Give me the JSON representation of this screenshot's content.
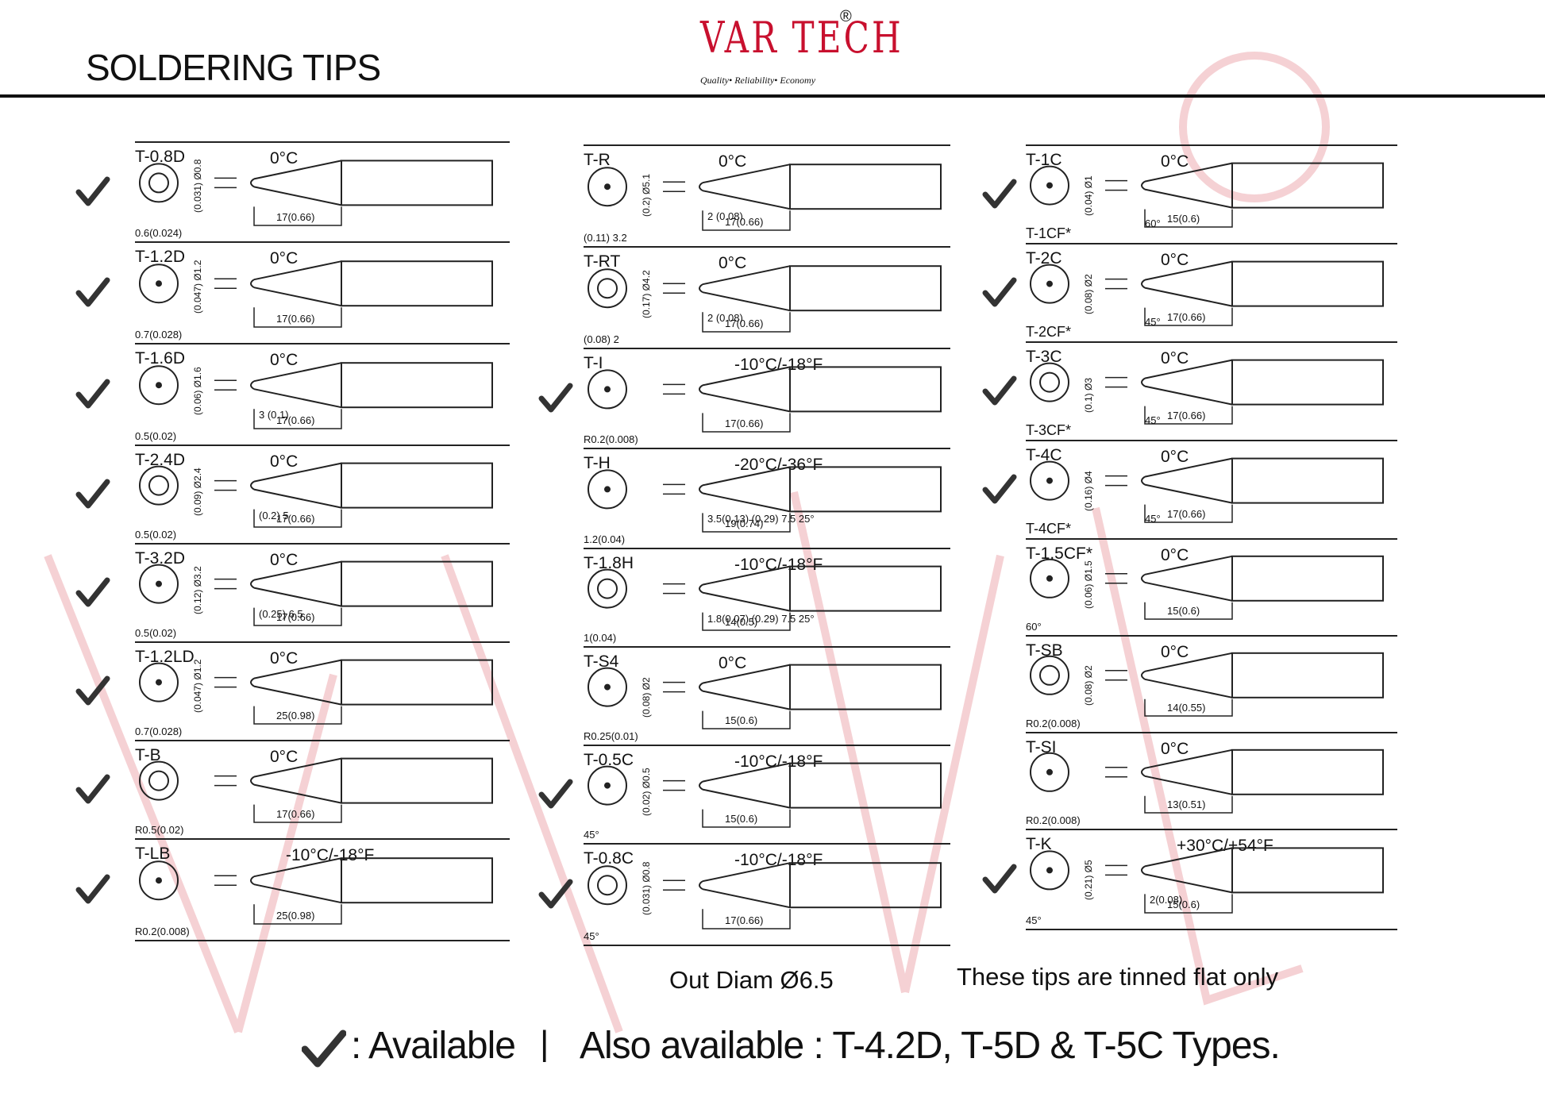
{
  "header": {
    "title": "SOLDERING TIPS",
    "logo_text": "VAR TECH",
    "logo_registered": "®",
    "logo_tagline": "Quality• Reliability• Economy"
  },
  "colors": {
    "brand": "#c8102e",
    "watermark": "#f3c6c9",
    "ink": "#111111"
  },
  "tips": [
    {
      "name": "T-0.8D",
      "temp": "0°C",
      "diam": "(0.031) Ø0.8",
      "len": "17(0.66)",
      "note": "0.6(0.024)",
      "available": true
    },
    {
      "name": "T-1.2D",
      "temp": "0°C",
      "diam": "(0.047) Ø1.2",
      "len": "17(0.66)",
      "note": "0.7(0.028)",
      "available": true
    },
    {
      "name": "T-1.6D",
      "temp": "0°C",
      "diam": "(0.06) Ø1.6",
      "len": "17(0.66)",
      "note": "0.5(0.02)",
      "extra": "3  (0.1)",
      "available": true
    },
    {
      "name": "T-2.4D",
      "temp": "0°C",
      "diam": "(0.09) Ø2.4",
      "len": "17(0.66)",
      "note": "0.5(0.02)",
      "extra": "(0.2) 5",
      "available": true
    },
    {
      "name": "T-3.2D",
      "temp": "0°C",
      "diam": "(0.12) Ø3.2",
      "len": "17(0.66)",
      "note": "0.5(0.02)",
      "extra": "(0.25) 6.5",
      "available": true
    },
    {
      "name": "T-1.2LD",
      "temp": "0°C",
      "diam": "(0.047) Ø1.2",
      "len": "25(0.98)",
      "note": "0.7(0.028)",
      "available": true
    },
    {
      "name": "T-B",
      "temp": "0°C",
      "diam": "",
      "len": "17(0.66)",
      "note": "R0.5(0.02)",
      "available": true
    },
    {
      "name": "T-LB",
      "temp": "-10°C/-18°F",
      "diam": "",
      "len": "25(0.98)",
      "note": "R0.2(0.008)",
      "available": true
    },
    {
      "name": "T-R",
      "temp": "0°C",
      "diam": "(0.2) Ø5.1",
      "len": "17(0.66)",
      "note": "(0.11) 3.2",
      "extra": "2 (0.08)",
      "available": false
    },
    {
      "name": "T-RT",
      "temp": "0°C",
      "diam": "(0.17) Ø4.2",
      "len": "17(0.66)",
      "note": "(0.08) 2",
      "extra": "2 (0.08)",
      "available": false
    },
    {
      "name": "T-I",
      "temp": "-10°C/-18°F",
      "diam": "",
      "len": "17(0.66)",
      "note": "R0.2(0.008)",
      "available": true
    },
    {
      "name": "T-H",
      "temp": "-20°C/-36°F",
      "diam": "",
      "len": "19(0.74)",
      "note": "1.2(0.04)",
      "extra": "3.5(0.13)  (0.29) 7.5  25°",
      "available": false
    },
    {
      "name": "T-1.8H",
      "temp": "-10°C/-18°F",
      "diam": "",
      "len": "14(0.5)",
      "note": "1(0.04)",
      "extra": "1.8(0.07)  (0.29) 7.5  25°",
      "available": false
    },
    {
      "name": "T-S4",
      "temp": "0°C",
      "diam": "(0.08) Ø2",
      "len": "15(0.6)",
      "note": "R0.25(0.01)",
      "available": false
    },
    {
      "name": "T-0.5C",
      "temp": "-10°C/-18°F",
      "diam": "(0.02) Ø0.5",
      "len": "15(0.6)",
      "note": "45°",
      "available": true
    },
    {
      "name": "T-0.8C",
      "temp": "-10°C/-18°F",
      "diam": "(0.031) Ø0.8",
      "len": "17(0.66)",
      "note": "45°",
      "available": true
    },
    {
      "name": "T-1C",
      "temp": "0°C",
      "diam": "(0.04) Ø1",
      "len": "15(0.6)",
      "note": "60°",
      "sub": "T-1CF*",
      "available": true
    },
    {
      "name": "T-2C",
      "temp": "0°C",
      "diam": "(0.08) Ø2",
      "len": "17(0.66)",
      "note": "45°",
      "sub": "T-2CF*",
      "available": true
    },
    {
      "name": "T-3C",
      "temp": "0°C",
      "diam": "(0.1) Ø3",
      "len": "17(0.66)",
      "note": "45°",
      "sub": "T-3CF*",
      "available": true
    },
    {
      "name": "T-4C",
      "temp": "0°C",
      "diam": "(0.16) Ø4",
      "len": "17(0.66)",
      "note": "45°",
      "sub": "T-4CF*",
      "available": true
    },
    {
      "name": "T-1.5CF*",
      "temp": "0°C",
      "diam": "(0.06) Ø1.5",
      "len": "15(0.6)",
      "note": "60°",
      "available": false
    },
    {
      "name": "T-SB",
      "temp": "0°C",
      "diam": "(0.08) Ø2",
      "len": "14(0.55)",
      "note": "R0.2(0.008)",
      "available": false
    },
    {
      "name": "T-SI",
      "temp": "0°C",
      "diam": "",
      "len": "13(0.51)",
      "note": "R0.2(0.008)",
      "available": false
    },
    {
      "name": "T-K",
      "temp": "+30°C/+54°F",
      "diam": "(0.21) Ø5",
      "len": "15(0.6)",
      "note": "45°",
      "extra": "2(0.08)",
      "available": true
    }
  ],
  "footer": {
    "out_diam": "Out Diam Ø6.5",
    "tinned_note": "These tips are tinned flat only",
    "legend_available": ": Available",
    "legend_separator": "|",
    "legend_also": "Also available : T-4.2D, T-5D & T-5C Types."
  }
}
